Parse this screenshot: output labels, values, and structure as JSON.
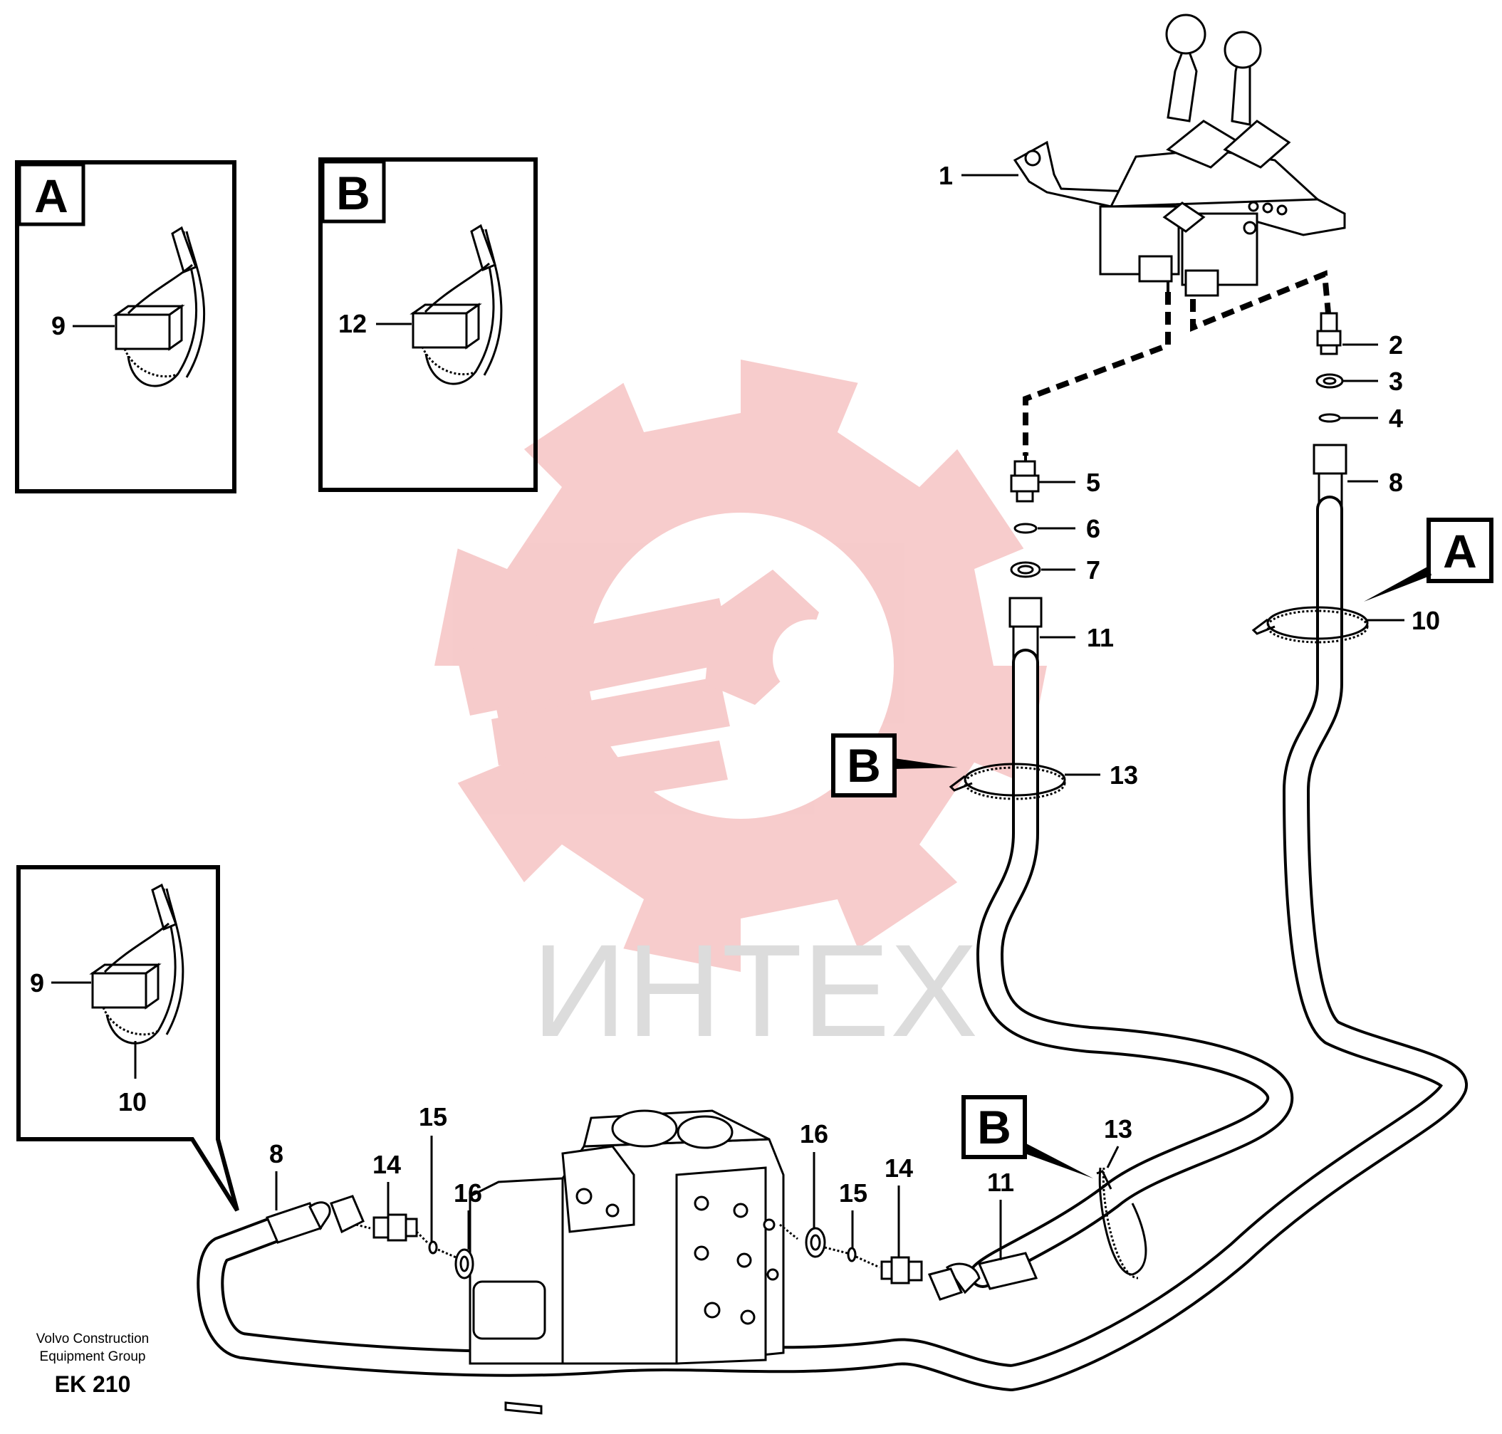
{
  "watermark": {
    "text": "ИНТЕХ",
    "gear_color": "#f6c6c6",
    "text_color": "#dcdcdc"
  },
  "detail_boxes": [
    {
      "letter": "A",
      "part_label": "9"
    },
    {
      "letter": "B",
      "part_label": "12"
    },
    {
      "part_labels": [
        "9",
        "10"
      ]
    }
  ],
  "callouts": [
    "A",
    "B",
    "B"
  ],
  "part_numbers": {
    "p1": "1",
    "p2": "2",
    "p3": "3",
    "p4": "4",
    "p5": "5",
    "p6": "6",
    "p7": "7",
    "p8": "8",
    "p10": "10",
    "p11": "11",
    "p13": "13",
    "p8b": "8",
    "p14a": "14",
    "p15a": "15",
    "p16a": "16",
    "p16b": "16",
    "p15b": "15",
    "p14b": "14",
    "p11b": "11",
    "p13b": "13"
  },
  "footer": {
    "company_line1": "Volvo Construction",
    "company_line2": "Equipment Group",
    "code": "EK 210"
  }
}
